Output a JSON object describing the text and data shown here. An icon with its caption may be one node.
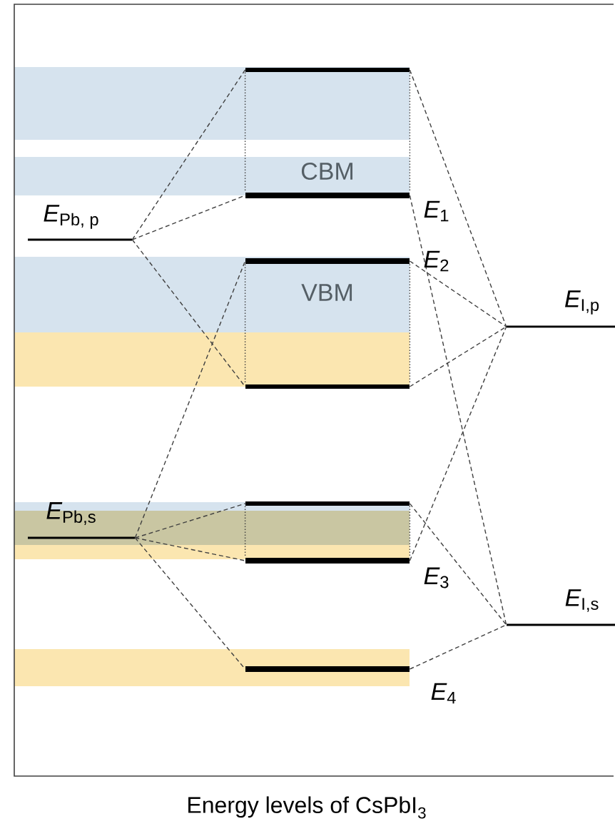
{
  "diagram": {
    "caption": "\\text{Energy levels of CsPbI}_{\\text{3}}",
    "nodes": [
      {
        "text": [
          "\\textit{E}_{\\text{Pb, p}}"
        ]
      },
      {
        "text": [
          "\\textit{E}_{\\text{Pb,s}}"
        ]
      },
      {
        "text": [
          "\\textit{E}_{\\text{I,p}}"
        ]
      },
      {
        "text": [
          "\\textit{E}_{\\text{I,s}}"
        ]
      },
      {
        "text": [],
        "shape": "bar"
      },
      {
        "text": [],
        "shape": "bar",
        "beside": [
          "CBM",
          "\\textit{E}_{\\text{1}}"
        ]
      },
      {
        "text": [],
        "shape": "bar",
        "beside": [
          "VBM",
          "\\textit{E}_{\\text{2}}"
        ]
      },
      {
        "text": [],
        "shape": "bar"
      },
      {
        "text": [],
        "shape": "bar"
      },
      {
        "text": [],
        "shape": "bar",
        "beside": [
          "\\textit{E}_{\\text{3}}"
        ]
      },
      {
        "text": [],
        "shape": "bar",
        "beside": [
          "\\textit{E}_{\\text{4}}"
        ]
      }
    ],
    "edges": [
      {
        "from": 0,
        "to": 4,
        "arrow": "none",
        "style": "dashed"
      },
      {
        "from": 0,
        "to": 5,
        "arrow": "none",
        "style": "dashed"
      },
      {
        "from": 0,
        "to": 7,
        "arrow": "none",
        "style": "dashed"
      },
      {
        "from": 1,
        "to": 6,
        "arrow": "none",
        "style": "dashed"
      },
      {
        "from": 1,
        "to": 8,
        "arrow": "none",
        "style": "dashed"
      },
      {
        "from": 1,
        "to": 9,
        "arrow": "none",
        "style": "dashed"
      },
      {
        "from": 1,
        "to": 10,
        "arrow": "none",
        "style": "dashed"
      },
      {
        "from": 4,
        "to": 2,
        "arrow": "none",
        "style": "dashed"
      },
      {
        "from": 5,
        "to": 3,
        "arrow": "none",
        "style": "dashed"
      },
      {
        "from": 6,
        "to": 2,
        "arrow": "none",
        "style": "dashed"
      },
      {
        "from": 7,
        "to": 2,
        "arrow": "none",
        "style": "dashed"
      },
      {
        "from": 9,
        "to": 2,
        "arrow": "none",
        "style": "dashed"
      },
      {
        "from": 8,
        "to": 3,
        "arrow": "none",
        "style": "dashed"
      },
      {
        "from": 10,
        "to": 3,
        "arrow": "none",
        "style": "dashed"
      },
      {
        "from": 4,
        "to": 5,
        "arrow": "none",
        "style": "dashed"
      },
      {
        "from": 4,
        "to": 5,
        "arrow": "none",
        "style": "dashed"
      },
      {
        "from": 6,
        "to": 7,
        "arrow": "none",
        "style": "dashed"
      },
      {
        "from": 6,
        "to": 7,
        "arrow": "none",
        "style": "dashed"
      },
      {
        "from": 8,
        "to": 9,
        "arrow": "none",
        "style": "dashed"
      },
      {
        "from": 8,
        "to": 9,
        "arrow": "none",
        "style": "dashed"
      }
    ]
  }
}
